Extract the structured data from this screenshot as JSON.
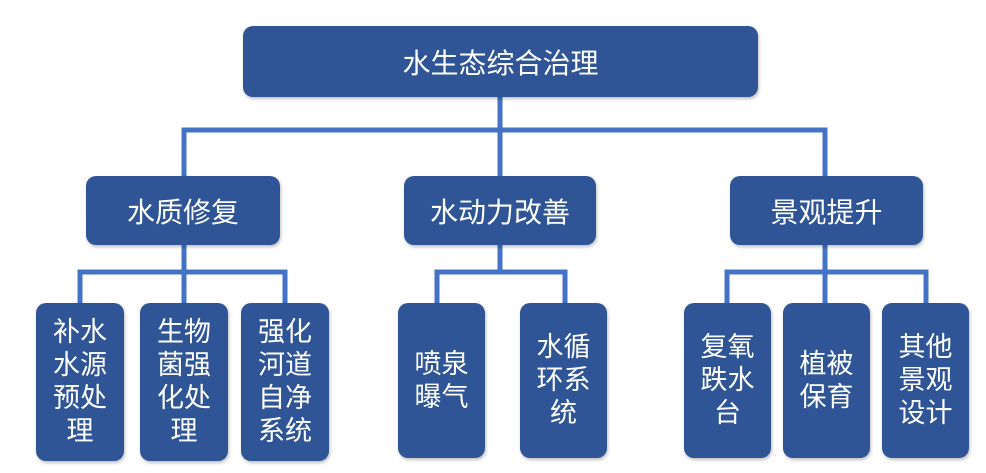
{
  "diagram": {
    "root": "水生态综合治理",
    "branches": [
      {
        "label": "水质修复",
        "children": [
          "补水\n水源\n预处\n理",
          "生物\n菌强\n化处\n理",
          "强化\n河道\n自净\n系统"
        ]
      },
      {
        "label": "水动力改善",
        "children": [
          "喷泉\n曝气",
          "水循\n环系\n统"
        ]
      },
      {
        "label": "景观提升",
        "children": [
          "复氧\n跌水\n台",
          "植被\n保育",
          "其他\n景观\n设计"
        ]
      }
    ]
  },
  "colors": {
    "box": "#2f5597",
    "text": "#ffffff",
    "connector": "#4472c4"
  }
}
